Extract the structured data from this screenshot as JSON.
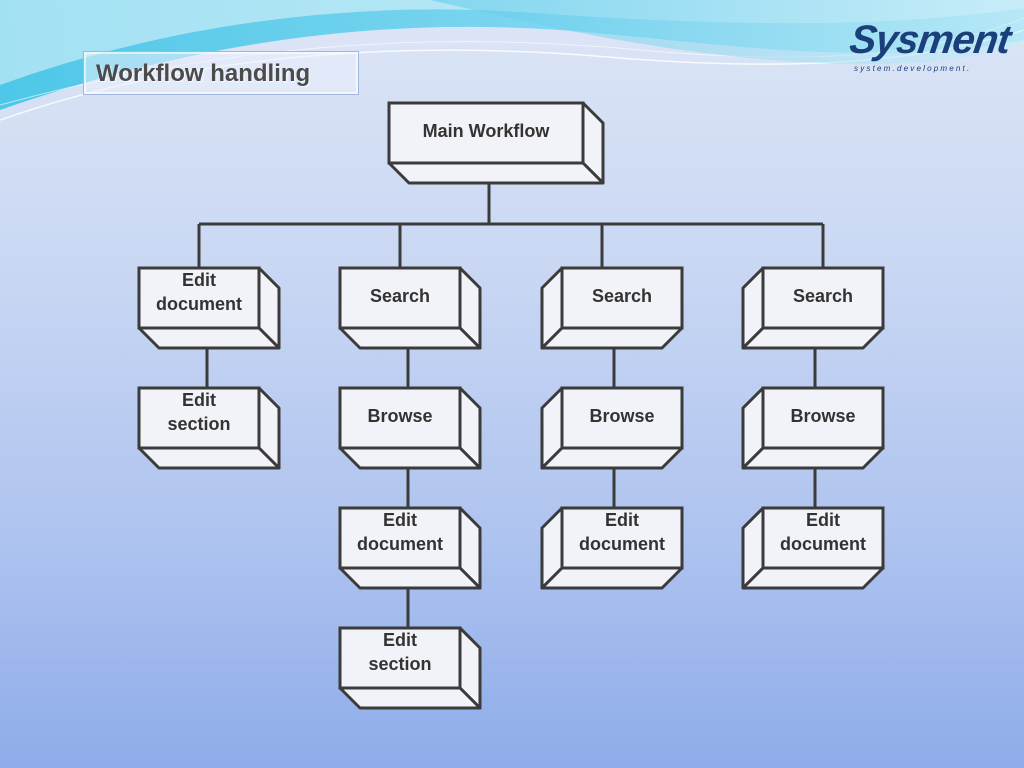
{
  "slide": {
    "title": "Workflow handling"
  },
  "logo": {
    "name": "Sysment",
    "tagline": "system.development."
  },
  "colors": {
    "box_fill": "#f2f3f8",
    "box_stroke": "#3b3b3b",
    "connector": "#3b3b3b",
    "title_text": "#4b4b4b",
    "logo": "#1a3f7a"
  },
  "diagram": {
    "root": {
      "id": "main-workflow",
      "lines": [
        "Main Workflow"
      ]
    },
    "branches": [
      {
        "id": "branch-1",
        "nodes": [
          {
            "id": "b1-edit-document",
            "lines": [
              "Edit",
              "document"
            ]
          },
          {
            "id": "b1-edit-section",
            "lines": [
              "Edit",
              "section"
            ]
          }
        ]
      },
      {
        "id": "branch-2",
        "nodes": [
          {
            "id": "b2-search",
            "lines": [
              "Search"
            ]
          },
          {
            "id": "b2-browse",
            "lines": [
              "Browse"
            ]
          },
          {
            "id": "b2-edit-document",
            "lines": [
              "Edit",
              "document"
            ]
          },
          {
            "id": "b2-edit-section",
            "lines": [
              "Edit",
              "section"
            ]
          }
        ]
      },
      {
        "id": "branch-3",
        "nodes": [
          {
            "id": "b3-search",
            "lines": [
              "Search"
            ]
          },
          {
            "id": "b3-browse",
            "lines": [
              "Browse"
            ]
          },
          {
            "id": "b3-edit-document",
            "lines": [
              "Edit",
              "document"
            ]
          }
        ]
      },
      {
        "id": "branch-4",
        "nodes": [
          {
            "id": "b4-search",
            "lines": [
              "Search"
            ]
          },
          {
            "id": "b4-browse",
            "lines": [
              "Browse"
            ]
          },
          {
            "id": "b4-edit-document",
            "lines": [
              "Edit",
              "document"
            ]
          }
        ]
      }
    ]
  }
}
